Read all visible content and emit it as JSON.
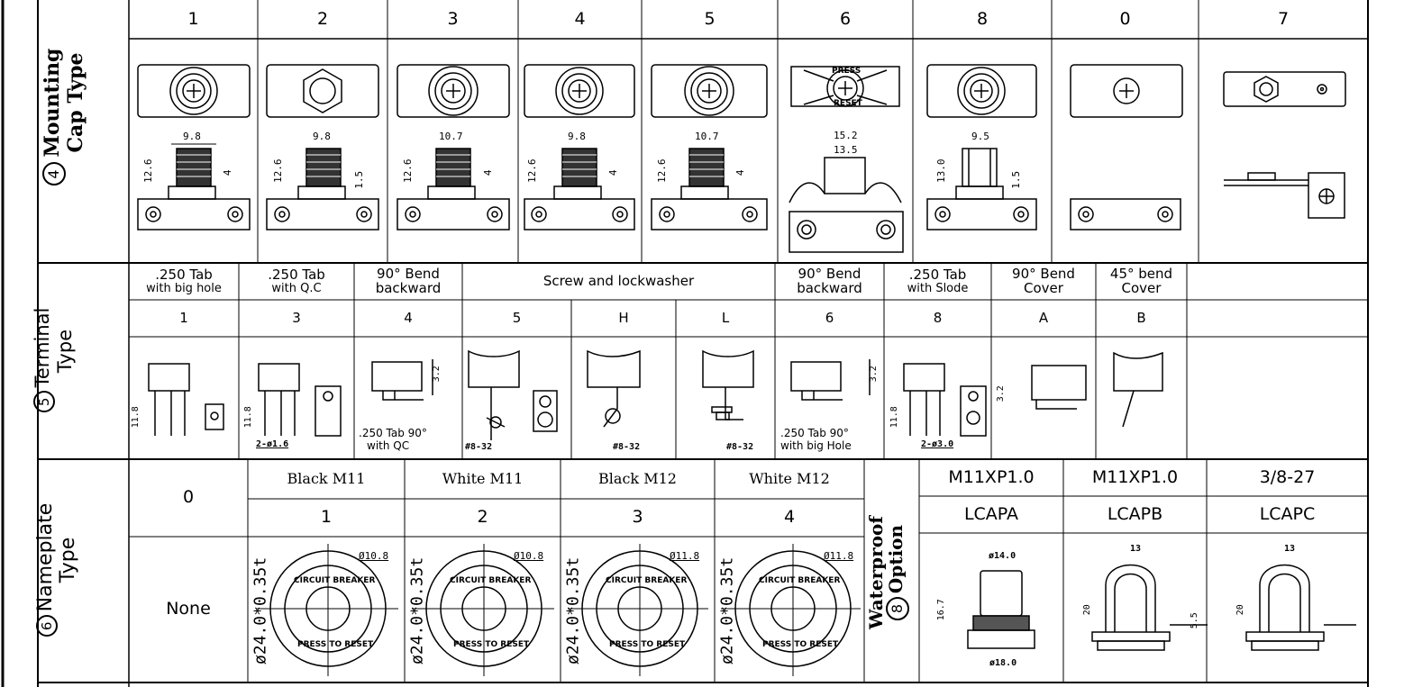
{
  "sections": {
    "mounting": {
      "number": "4",
      "title_line1": "Mounting",
      "title_line2": "Cap Type",
      "codes": [
        "1",
        "2",
        "3",
        "4",
        "5",
        "6",
        "8",
        "0",
        "7"
      ],
      "dims": [
        {
          "width": "9.8",
          "height": "12.6",
          "right": "4"
        },
        {
          "width": "9.8",
          "height": "12.6",
          "right": "1.5"
        },
        {
          "width": "10.7",
          "height": "12.6",
          "right": "4"
        },
        {
          "width": "9.8",
          "height": "12.6",
          "right": "4"
        },
        {
          "width": "10.7",
          "height": "12.6",
          "right": "4"
        },
        {
          "width": "15.2",
          "width2": "13.5"
        },
        {
          "width": "9.5",
          "height": "13.0",
          "right": "1.5"
        }
      ],
      "press_reset_top": "PRESS",
      "press_reset_bottom": "RESET"
    },
    "terminal": {
      "number": "5",
      "title_line1": "Terminal",
      "title_line2": "Type",
      "descriptions": [
        {
          "line1": ".250 Tab",
          "line2": "with big hole"
        },
        {
          "line1": ".250 Tab",
          "line2": "with Q.C"
        },
        {
          "line1": "90° Bend",
          "line2": "backward"
        },
        {
          "line1": "Screw and lockwasher",
          "line2": ""
        },
        {
          "line1": "90° Bend",
          "line2": "backward"
        },
        {
          "line1": ".250 Tab",
          "line2": "with Slode"
        },
        {
          "line1": "90° Bend",
          "line2": "Cover"
        },
        {
          "line1": "45° bend",
          "line2": "Cover"
        }
      ],
      "codes": [
        "1",
        "3",
        "4",
        "5",
        "H",
        "L",
        "6",
        "8",
        "A",
        "B"
      ],
      "notes": {
        "dim_11_8": "11.8",
        "hole_1_6": "2-ø1.6",
        "tab_qc_1": ".250 Tab 90°",
        "tab_qc_2": "with QC",
        "dim_3_2": "3.2",
        "screw_832": "#8-32",
        "tab_big_1": ".250 Tab 90°",
        "tab_big_2": "with big Hole",
        "hole_3_0": "2-ø3.0"
      }
    },
    "nameplate": {
      "number": "6",
      "title_line1": "Nameplate",
      "title_line2": "Type",
      "none_code": "0",
      "none_label": "None",
      "names": [
        "Black M11",
        "White M11",
        "Black M12",
        "White M12"
      ],
      "codes": [
        "1",
        "2",
        "3",
        "4"
      ],
      "small_dia": [
        "Ø10.8",
        "Ø10.8",
        "Ø11.8",
        "Ø11.8"
      ],
      "plate_dim": "ø24.0*0.35t",
      "ring_top": "CIRCUIT BREAKER",
      "ring_bottom": "PRESS TO RESET"
    },
    "waterproof": {
      "number": "8",
      "title_line1": "Waterproof",
      "title_line2": "Option",
      "threads": [
        "M11XP1.0",
        "M11XP1.0",
        "3/8-27"
      ],
      "codes": [
        "LCAPA",
        "LCAPB",
        "LCAPC"
      ],
      "capa": {
        "top": "ø14.0",
        "height": "16.7",
        "bottom": "ø18.0"
      },
      "capb": {
        "top": "13",
        "height": "20",
        "right": "5.5"
      },
      "capc": {
        "top": "13",
        "height": "20"
      }
    }
  }
}
